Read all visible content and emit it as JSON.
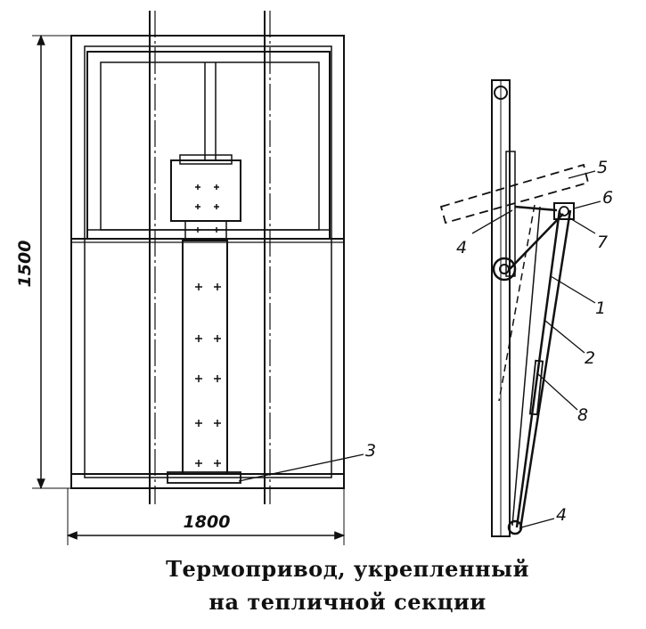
{
  "dimensions": {
    "height": "1500",
    "width": "1800"
  },
  "callouts": {
    "c1": "1",
    "c2": "2",
    "c3": "3",
    "c4a": "4",
    "c4b": "4",
    "c5": "5",
    "c6": "6",
    "c7": "7",
    "c8": "8"
  },
  "caption": {
    "line1": "Термопривод, укрепленный",
    "line2": "на тепличной секции"
  },
  "colors": {
    "ink": "#111111",
    "paper": "#ffffff"
  }
}
